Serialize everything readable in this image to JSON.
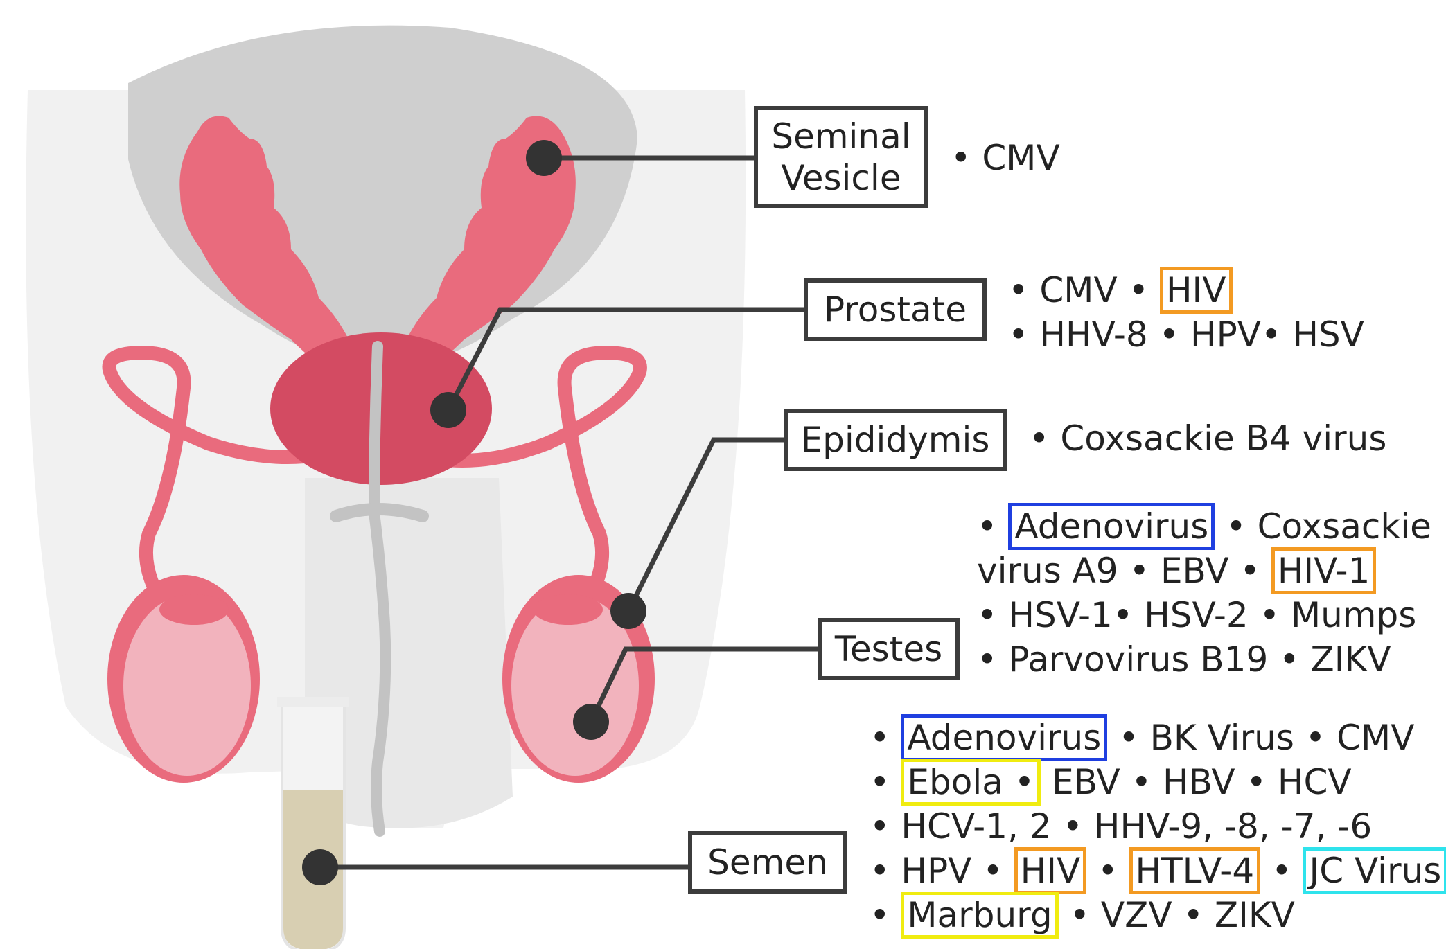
{
  "organs": {
    "seminal_vesicle": {
      "label_line1": "Seminal",
      "label_line2": "Vesicle"
    },
    "prostate": {
      "label": "Prostate"
    },
    "epididymis": {
      "label": "Epididymis"
    },
    "testes": {
      "label": "Testes"
    },
    "semen": {
      "label": "Semen"
    }
  },
  "viruses": {
    "seminal_vesicle": [
      [
        {
          "t": "• CMV"
        }
      ]
    ],
    "prostate": [
      [
        {
          "t": "• CMV •"
        },
        {
          "t": "HIV",
          "hl": "orange"
        }
      ],
      [
        {
          "t": "• HHV-8 • HPV• HSV"
        }
      ]
    ],
    "epididymis": [
      [
        {
          "t": "• Coxsackie B4 virus"
        }
      ]
    ],
    "testes": [
      [
        {
          "t": "•"
        },
        {
          "t": "Adenovirus",
          "hl": "blue"
        },
        {
          "t": "• Coxsackie"
        }
      ],
      [
        {
          "t": "virus A9 • EBV •"
        },
        {
          "t": "HIV-1",
          "hl": "orange"
        }
      ],
      [
        {
          "t": "• HSV-1• HSV-2 • Mumps"
        }
      ],
      [
        {
          "t": "• Parvovirus B19 • ZIKV"
        }
      ]
    ],
    "semen": [
      [
        {
          "t": "•"
        },
        {
          "t": "Adenovirus",
          "hl": "blue"
        },
        {
          "t": "• BK Virus • CMV"
        }
      ],
      [
        {
          "t": "•"
        },
        {
          "t": "Ebola  •",
          "hl": "yellow"
        },
        {
          "t": "EBV • HBV • HCV"
        }
      ],
      [
        {
          "t": "• HCV-1, 2 • HHV-9, -8, -7, -6"
        }
      ],
      [
        {
          "t": "• HPV  •"
        },
        {
          "t": "HIV",
          "hl": "orange"
        },
        {
          "t": "•"
        },
        {
          "t": "HTLV-4",
          "hl": "orange"
        },
        {
          "t": "•"
        },
        {
          "t": "JC Virus",
          "hl": "cyan"
        }
      ],
      [
        {
          "t": "•"
        },
        {
          "t": "Marburg",
          "hl": "yellow"
        },
        {
          "t": "• VZV • ZIKV"
        }
      ]
    ]
  },
  "colors": {
    "bladder": "#cfcfcf",
    "vesicle": "#e96b7d",
    "prostate": "#d34b62",
    "testis": "#f2b3bd",
    "body": "#efefef",
    "tube_fluid": "#d8cfb2",
    "connector": "#3c3c3c",
    "hl_orange": "#f39a22",
    "hl_blue": "#1f3fe0",
    "hl_yellow": "#f0ec10",
    "hl_cyan": "#2fe3ec"
  }
}
